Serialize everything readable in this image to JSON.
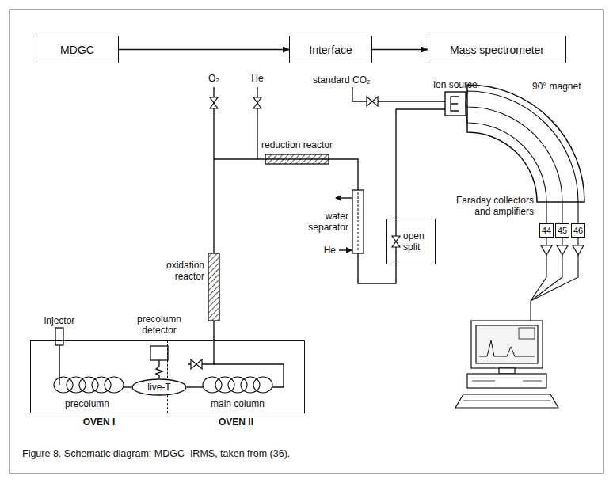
{
  "diagram": {
    "caption": "Figure 8. Schematic diagram: MDGC–IRMS, taken from (36).",
    "nodes": [
      {
        "text": [
          "MDGC"
        ]
      },
      {
        "text": [
          "Interface"
        ]
      },
      {
        "text": [
          "Mass spectrometer"
        ]
      },
      {
        "text": [
          "open split"
        ]
      },
      {
        "text": [
          "44"
        ]
      },
      {
        "text": [
          "45"
        ]
      },
      {
        "text": [
          "46"
        ]
      },
      {
        "text": [
          "OVEN I"
        ]
      },
      {
        "text": [
          "live-T"
        ]
      },
      {
        "text": [
          "OVEN II"
        ]
      }
    ],
    "edges": [
      {
        "from": 0,
        "to": 1,
        "arrow": "to"
      },
      {
        "from": 1,
        "to": 2,
        "arrow": "to"
      }
    ],
    "labels": [
      "O₂",
      "He",
      "standard CO₂",
      "reduction reactor",
      "oxidation reactor",
      "water separator",
      "He",
      "ion source",
      "90° magnet",
      "Faraday collectors and amplifiers",
      "injector",
      "precolumn detector",
      "precolumn",
      "main column"
    ]
  }
}
